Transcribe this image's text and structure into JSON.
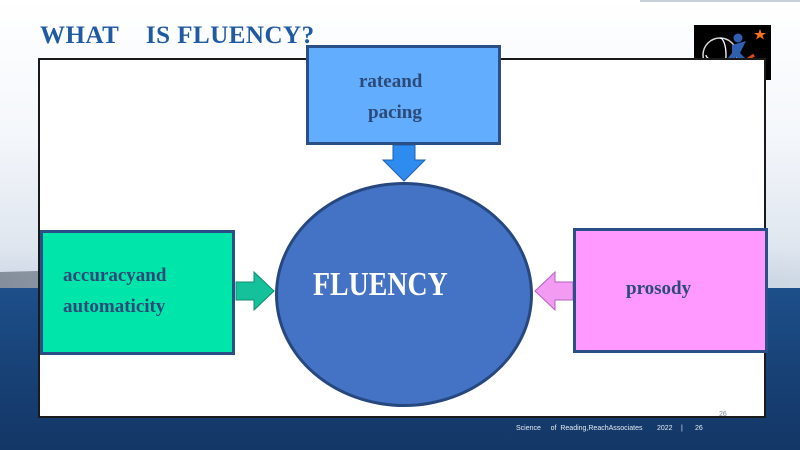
{
  "slide": {
    "title": "WHAT    IS FLUENCY?",
    "page_number": "26"
  },
  "diagram": {
    "center": "FLUENCY",
    "top_box": {
      "line1": "rateand",
      "line2": "pacing"
    },
    "left_box": {
      "line1": "accuracyand",
      "line2": "automaticity"
    },
    "right_box": {
      "line1": "prosody"
    }
  },
  "footer": {
    "source": "Science     of  Reading,ReachAssociates",
    "year": "2022",
    "separator": "|",
    "page": "26"
  },
  "colors": {
    "top_box": "#63adff",
    "left_box": "#00e6aa",
    "right_box": "#ff99ff",
    "circle": "#4472c4",
    "down_arrow": "#2e8bf0",
    "right_arrow": "#14c19a",
    "left_arrow": "#f39bf3"
  },
  "logo": {
    "icon": "reach-associates-logo-icon"
  }
}
